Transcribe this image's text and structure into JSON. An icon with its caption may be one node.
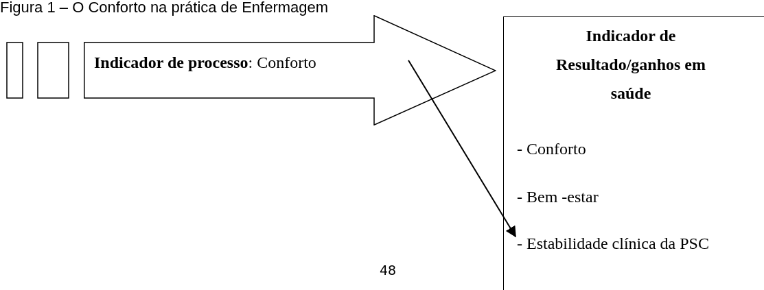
{
  "diagram": {
    "title": "Figura 1 – O Conforto na prática de Enfermagem",
    "nodes": [
      {
        "text": [
          "**Indicador de processo**: Conforto"
        ]
      },
      {
        "text": [
          "Indicador de Resultado/ganhos em saúde"
        ]
      },
      {
        "text": [
          "- Conforto"
        ],
        "in": 1
      },
      {
        "text": [
          "- Bem -estar"
        ],
        "in": 1
      },
      {
        "text": [
          "- Estabilidade clínica da PSC"
        ],
        "in": 1
      }
    ],
    "edges": [
      {
        "from": 0,
        "to": 4,
        "arrow": "to"
      }
    ],
    "labels": [
      "48"
    ]
  }
}
